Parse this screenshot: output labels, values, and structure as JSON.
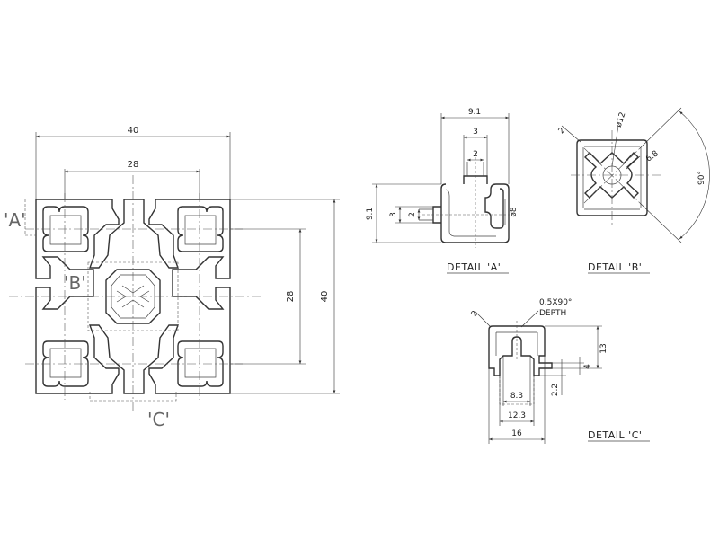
{
  "main_profile": {
    "dim_width_outer": "40",
    "dim_width_inner": "28",
    "dim_height_outer": "40",
    "dim_height_inner": "28",
    "callout_a": "'A'",
    "callout_b": "'B'",
    "callout_c": "'C'"
  },
  "detail_a": {
    "label": "DETAIL 'A'",
    "dim_top": "9.1",
    "dim_slot_top": "3",
    "dim_inner_top": "2",
    "dim_left": "9.1",
    "dim_slot_left": "3",
    "dim_inner_left": "2",
    "dim_bore": "ø8"
  },
  "detail_b": {
    "label": "DETAIL 'B'",
    "dim_corner": "2",
    "dim_diameter": "ø12",
    "dim_arm": "6.8",
    "dim_angle": "90°"
  },
  "detail_c": {
    "label": "DETAIL 'C'",
    "dim_corner": "2",
    "note_line1": "0.5X90°",
    "note_line2": "DEPTH",
    "dim_height": "13",
    "dim_lip": "4",
    "dim_slot_depth": "2.2",
    "dim_slot_inner": "8.3",
    "dim_slot_outer": "12.3",
    "dim_width": "16"
  }
}
